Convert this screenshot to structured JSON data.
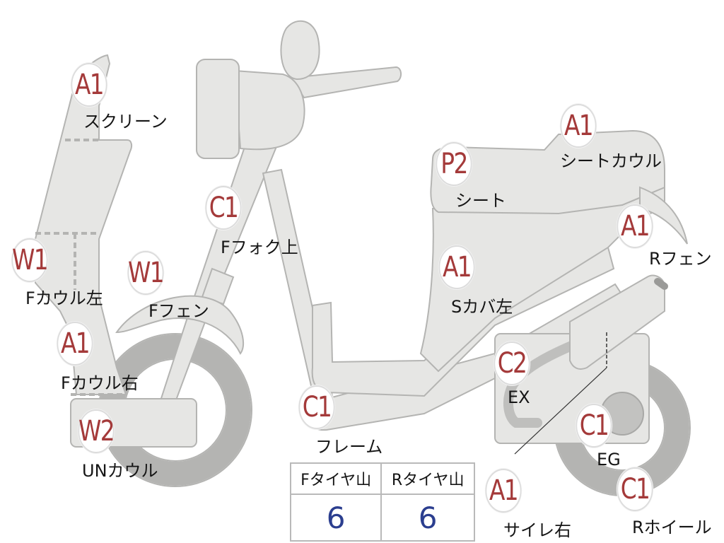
{
  "colors": {
    "part_fill": "#e6e6e4",
    "part_outline": "#b4b4b2",
    "badge_text": "#a43a3a",
    "tire_value": "#2b3e8f"
  },
  "parts": {
    "screen": {
      "grade": "A1",
      "label": "スクリーン"
    },
    "f_cowl_left": {
      "grade": "W1",
      "label": "Fカウル左"
    },
    "f_cowl_right": {
      "grade": "A1",
      "label": "Fカウル右"
    },
    "un_cowl": {
      "grade": "W2",
      "label": "UNカウル"
    },
    "f_fender": {
      "grade": "W1",
      "label": "Fフェン"
    },
    "f_fork_upper": {
      "grade": "C1",
      "label": "Fフォク上"
    },
    "frame": {
      "grade": "C1",
      "label": "フレーム"
    },
    "seat": {
      "grade": "P2",
      "label": "シート"
    },
    "seat_cowl": {
      "grade": "A1",
      "label": "シートカウル"
    },
    "r_fender": {
      "grade": "A1",
      "label": "Rフェン"
    },
    "s_cover_left": {
      "grade": "A1",
      "label": "Sカバ左"
    },
    "exhaust": {
      "grade": "C2",
      "label": "EX"
    },
    "engine": {
      "grade": "C1",
      "label": "EG"
    },
    "silencer_right": {
      "grade": "A1",
      "label": "サイレ右"
    },
    "r_wheel": {
      "grade": "C1",
      "label": "Rホイール"
    }
  },
  "tire_table": {
    "front_header": "Fタイヤ山",
    "rear_header": "Rタイヤ山",
    "front_value": "6",
    "rear_value": "6"
  }
}
